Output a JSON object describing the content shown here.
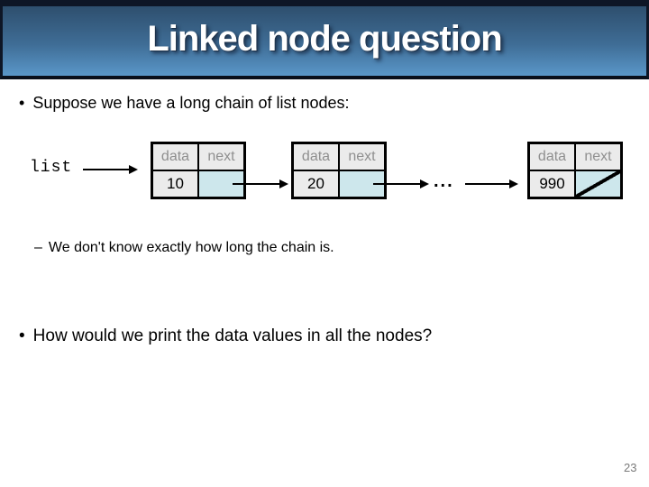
{
  "title": {
    "text": "Linked node question"
  },
  "bullets": {
    "bullet_glyph": "•",
    "sub_bullet_glyph": "–",
    "bullet1": "Suppose we have a long chain of list nodes:",
    "sub_bullet": "We don't know exactly how long the chain is.",
    "bullet2": "How would we print the data values in all the nodes?"
  },
  "diagram": {
    "list_label": "list",
    "ellipsis": "...",
    "nodes": [
      {
        "data_label": "data",
        "next_label": "next",
        "value": "10",
        "next_content": "pointer-to-next-node"
      },
      {
        "data_label": "data",
        "next_label": "next",
        "value": "20",
        "next_content": "pointer-to-next-node"
      },
      {
        "data_label": "data",
        "next_label": "next",
        "value": "990",
        "next_content": "null"
      }
    ]
  },
  "footer": {
    "page_number": "23"
  },
  "colors": {
    "banner_gradient_top": "#2e4f6e",
    "banner_gradient_bottom": "#5a97c9",
    "banner_border": "#0e1626",
    "node_cell_bg": "#ebebeb",
    "node_next_bg": "#cde7ec",
    "node_header_text": "#8f8f8f",
    "body_text": "#000000",
    "page_number_text": "#7a7a7a"
  }
}
